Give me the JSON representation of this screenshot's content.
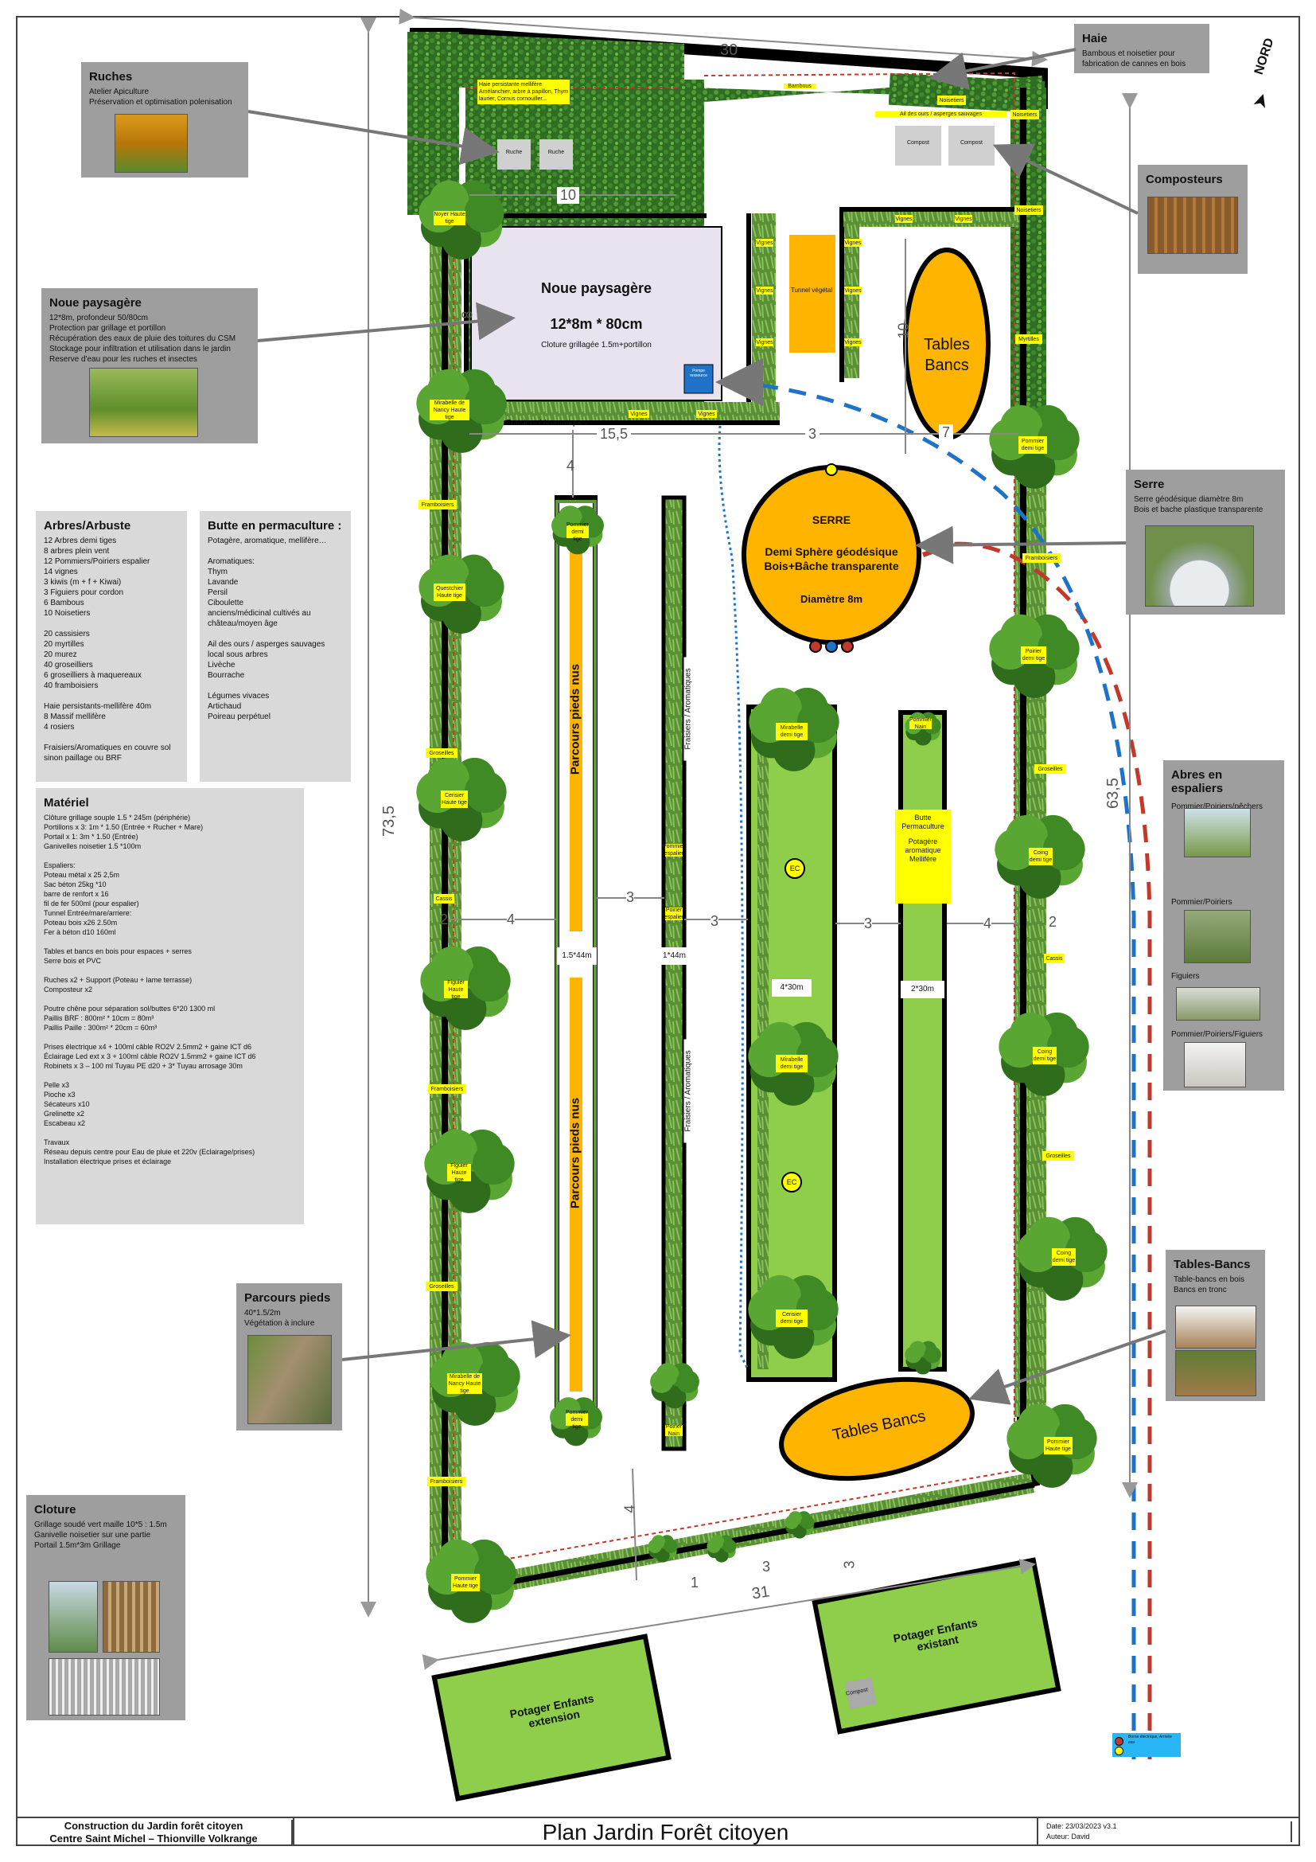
{
  "plan": {
    "dims": {
      "top": "30",
      "left": "73,5",
      "right": "63,5",
      "bottom": "31",
      "noue_w": "10",
      "noue_h": "8",
      "tables_h": "10",
      "gap_a": "15,5",
      "gap_b": "3",
      "gap_c": "7",
      "gap_d": "4",
      "gap_2l": "2",
      "gap_4l": "4",
      "gap_3a": "3",
      "gap_3b": "3",
      "gap_3c": "3",
      "gap_4r": "4",
      "gap_2r": "2",
      "bottom_4": "4",
      "bottom_1": "1",
      "bottom_3a": "3",
      "bottom_3b": "3"
    },
    "north": "NORD",
    "noue": {
      "title": "Noue paysagère",
      "size": "12*8m * 80cm",
      "fence": "Cloture grillagée 1.5m+portillon",
      "pump": "Pompe ressource"
    },
    "serre": {
      "title": "SERRE",
      "line1": "Demi Sphère géodésique",
      "line2": "Bois+Bâche transparente",
      "diam": "Diamètre 8m"
    },
    "tables1": {
      "line1": "Tables",
      "line2": "Bancs"
    },
    "tables2": "Tables Bancs",
    "tunnel": "Tunnel végétal",
    "butte": {
      "l1": "Butte",
      "l2": "Permaculture",
      "l3": "Potagère",
      "l4": "aromatique",
      "l5": "Mellifère"
    },
    "parcours1": "Parcours pieds nus",
    "parcours2": "Parcours pieds nus",
    "fraisiers_v1": "Fraisiers / Aromatiques",
    "fraisiers_v2": "Fraisiers / Aromatiques",
    "fraisiers_h": "Fraisiers / Aromatiques",
    "size_15_44": "1.5*44m",
    "size_1_44": "1*44m",
    "size_4_30": "4*30m",
    "size_2_30": "2*30m",
    "ec": "EC",
    "potager_ext": {
      "l1": "Potager Enfants",
      "l2": "extension"
    },
    "potager_exist": {
      "l1": "Potager Enfants",
      "l2": "existant"
    },
    "composteur_small": "Compost",
    "ruche": "Ruche",
    "compost": "Compost",
    "ail": "Ail des ours / asperges sauvages",
    "bambous": "Bambous",
    "haie_label": "Haie persistante mellifère Amélanchier, arbre à papillon, Thym laurier, Cornus cornouiller...",
    "vignes": "Vignes",
    "noisetiers": "Noisetiers",
    "framboisiers": "Framboisiers",
    "groseilles": "Groseilles",
    "cassis": "Cassis",
    "myrtilles": "Myrtilles",
    "trees": {
      "t1": "Noyer Haute tige",
      "t2": "Mirabelle de Nancy Haute tige",
      "t3": "Questchier Haute tige",
      "t4": "Cerisier Haute tige",
      "t5": "Figuier Haute tige",
      "t6": "Figuier Haute tige",
      "t7": "Mirabelle de Nancy Haute tige",
      "t8": "Pommier Haute tige",
      "t9": "Pommier demi tige",
      "t10": "Poirier demi tige",
      "t11": "Coing demi tige",
      "t12": "Coing demi tige",
      "t13": "Coing demi tige",
      "t14": "Pommier Haute tige",
      "t15": "Pommier demi tige",
      "t16": "Pommier demi tige",
      "t17": "Mirabelle demi tige",
      "t18": "Mirabelle demi tige",
      "t19": "Cerisier demi tige",
      "t20": "Pommier espalier",
      "t21": "Poirier espalier",
      "t22": "Pommier Nain",
      "t23": "Poirier Nain"
    },
    "legend_box": "Borne électrique, Arrivée eau"
  },
  "cards": {
    "ruches": {
      "title": "Ruches",
      "lines": "Atelier Apiculture\nPréservation et optimisation polenisation"
    },
    "noue": {
      "title": "Noue paysagère",
      "lines": "12*8m, profondeur 50/80cm\nProtection par grillage et portillon\nRécupération des eaux de pluie des toitures du CSM\nStockage pour infiltration et utilisation dans le jardin\nReserve d'eau pour les ruches et insectes"
    },
    "arbres": {
      "title": "Arbres/Arbuste",
      "lines": "12 Arbres demi tiges\n8 arbres plein vent\n12 Pommiers/Poiriers espalier\n14 vignes\n3 kiwis (m + f + Kiwai)\n3 Figuiers pour cordon\n6 Bambous\n10 Noisetiers\n\n20 cassisiers\n20 myrtilles\n20 murez\n40 groseilliers\n6 groseilliers à maquereaux\n40 framboisiers\n\nHaie persistants-mellifère 40m\n8 Massif mellifère\n4 rosiers\n\nFraisiers/Aromatiques en couvre sol\nsinon paillage ou BRF"
    },
    "butte": {
      "title": "Butte en permaculture :",
      "lines": "Potagère, aromatique, mellifère…\n\nAromatiques:\n  Thym\n  Lavande\n  Persil\n  Ciboulette\n  anciens/médicinal cultivés au\n  château/moyen âge\n\nAil des ours / asperges sauvages\nlocal sous arbres\nLivèche\nBourrache\n\nLégumes vivaces\n  Artichaud\n  Poireau perpétuel"
    },
    "materiel": {
      "title": "Matériel",
      "lines": "Clôture grillage souple 1.5 * 245m (périphérie)\nPortillons x 3:  1m * 1.50 (Entrée + Rucher + Mare)\nPortail x 1:  3m * 1.50 (Entrée)\nGanivelles noisetier 1.5 *100m\n\nEspaliers:\n  Poteau métal x 25 2,5m\n  Sac béton 25kg *10\n  barre de renfort x 16\n  fil de fer 500ml (pour espalier)\nTunnel Entrée/mare/arriere:\n  Poteau bois x26 2.50m\n  Fer à béton d10 160ml\n\nTables et bancs en bois pour espaces + serres\nSerre bois et PVC\n\nRuches x2 + Support (Poteau + lame terrasse)\nComposteur x2\n\nPoutre chêne pour séparation sol/buttes 6*20 1300 ml\nPaillis BRF : 800m² * 10cm = 80m³\nPaillis Paille : 300m² * 20cm = 60m³\n\nPrises électrique x4 + 100ml câble RO2V 2.5mm2 + gaine ICT d6\nÉclairage Led ext x 3 + 100ml câble RO2V 1.5mm2 + gaine ICT d6\nRobinets x 3 – 100 ml Tuyau PE d20 + 3* Tuyau arrosage 30m\n\nPelle x3\nPioche x3\nSécateurs x10\nGrelinette x2\nEscabeau x2\n\nTravaux\nRéseau depuis centre pour Eau de pluie et 220v (Eclairage/prises)\nInstallation électrique prises et éclairage"
    },
    "parcours": {
      "title": "Parcours pieds",
      "lines": "40*1.5/2m\nVégétation à inclure"
    },
    "cloture": {
      "title": "Cloture",
      "lines": "Grillage soudé vert maille 10*5 : 1.5m\nGanivelle noisetier sur une partie\nPortail 1.5m*3m Grillage"
    },
    "haie": {
      "title": "Haie",
      "lines": "Bambous et noisetier pour\nfabrication de cannes en bois"
    },
    "composteurs": {
      "title": "Composteurs",
      "lines": ""
    },
    "serre": {
      "title": "Serre",
      "lines": "Serre géodésique diamètre 8m\nBois et bache plastique transparente"
    },
    "espaliers": {
      "title": "Abres en espaliers",
      "l1": "Pommier/Poiriers/pêchers",
      "l2": "Pommier/Poiriers",
      "l3": "Figuiers",
      "l4": "Pommier/Poiriers/Figuiers"
    },
    "tables": {
      "title": "Tables-Bancs",
      "lines": "Table-bancs en bois\nBancs en tronc"
    }
  },
  "titleblock": {
    "left1": "Construction du Jardin forêt citoyen",
    "left2": "Centre Saint Michel – Thionville Volkrange",
    "center": "Plan Jardin Forêt citoyen",
    "date": "Date: 23/03/2023 v3.1",
    "author": "Auteur: David"
  },
  "colors": {
    "hedge": "#2e6b22",
    "bed": "#8fce4a",
    "orange": "#ffb400",
    "yellow": "#ffff00",
    "card": "#9e9e9e",
    "red": "#d9534f",
    "blue": "#1f6fd1"
  }
}
